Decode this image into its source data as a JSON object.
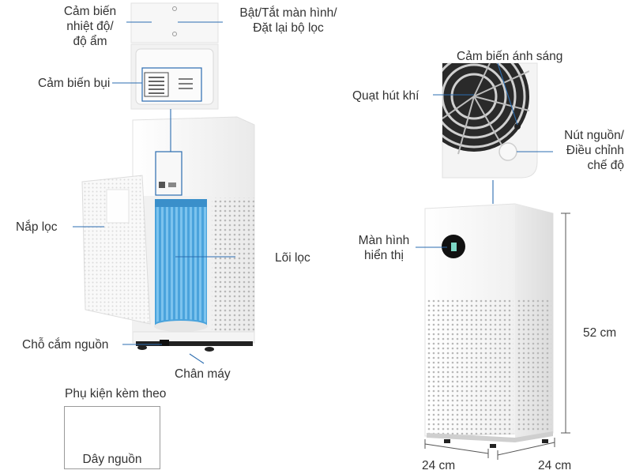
{
  "left_labels": {
    "temp_humidity_sensor": [
      "Cảm biến",
      "nhiệt độ/",
      "độ ẩm"
    ],
    "screen_toggle": [
      "Bật/Tắt màn hình/",
      "Đặt lại bộ lọc"
    ],
    "dust_sensor": "Cảm biến bụi",
    "filter_cover": "Nắp lọc",
    "filter_core": "Lõi lọc",
    "power_port": "Chỗ cắm nguồn",
    "feet": "Chân máy"
  },
  "accessories": {
    "title": "Phụ kiện kèm theo",
    "item": "Dây nguồn"
  },
  "right_labels": {
    "light_sensor": "Cảm biến ánh sáng",
    "exhaust_fan": "Quạt hút khí",
    "power_button": [
      "Nút nguồn/",
      "Điều chỉnh",
      "chế độ"
    ],
    "display": [
      "Màn hình",
      "hiển thị"
    ]
  },
  "dimensions": {
    "height": "52 cm",
    "width": "24 cm",
    "depth": "24 cm"
  },
  "colors": {
    "label_text": "#333333",
    "leader_line": "#2b6cb0",
    "filter_blue": "#5fb3e6",
    "body_white": "#f4f4f4",
    "dimension_line": "#555555"
  }
}
